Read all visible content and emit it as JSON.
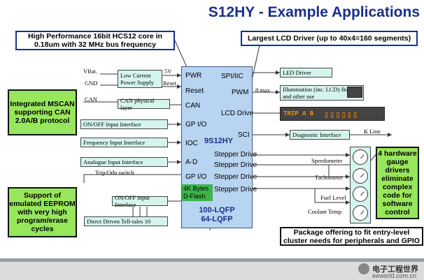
{
  "title": "S12HY - Example Applications",
  "chip": {
    "name": "9S12HY",
    "package_line1": "100-LQFP",
    "package_line2": "64-LQFP",
    "flash_label": "4K Bytes D-Flash",
    "pins_left": [
      "PWR",
      "Reset",
      "CAN",
      "GP I/O",
      "IOC",
      "A-D",
      "GP I/O"
    ],
    "pins_right": [
      "SPI/IIC",
      "PWM",
      "LCD Drive",
      "SCI",
      "Stepper Drive",
      "Stepper Drive",
      "Stepper Drive",
      "Stepper Drive"
    ]
  },
  "callouts": {
    "core": "High Performance 16bit HCS12 core in 0.18um with 32 MHz bus frequency",
    "lcd": "Largest LCD Driver (up to 40x4=160 segments)",
    "mscan": "Integrated MSCAN supporting CAN 2.0A/B protocol",
    "eeprom": "Support of emulated EEPROM with very high program/erase cycles",
    "gauge": "4 hardware gauge drivers eliminate complex code for software control",
    "package": "Package offering to fit entry-level cluster needs for peripherals and GPIO"
  },
  "boxes": {
    "power_supply": "Low Current Power Supply",
    "can_phy": "CAN physical layer",
    "onoff_input": "ON/OFF Input Interface",
    "freq_input": "Frequency Input Interface",
    "analogue_input": "Analogue Input Interface",
    "onoff_input2": "ON/OFF input Interface",
    "telltales": "Direct Driven Tell-tales 10",
    "led_driver": "LED Driver",
    "illumination": "Illumination (inc. LCD) Buzzer and other use",
    "diagnostic": "Diagnostic Interface"
  },
  "labels": {
    "vbat": "VBat.",
    "gnd": "GND",
    "can": "CAN",
    "v5": "5V",
    "reset": "Reset",
    "max8": "8 max",
    "kline": "K Line",
    "trip_odo": "Trip/Odo switch",
    "speedometer": "Speedometer",
    "tachometer": "Tachometer",
    "fuel_level": "Fuel Level",
    "coolant_temp": "Coolant Temp",
    "lcd_text": "TRIP A B"
  },
  "footer": {
    "logo_text": "电子工程世界",
    "logo_url": "eeworld.com.cn"
  },
  "colors": {
    "title_blue": "#1a2e8c",
    "callout_green": "#98e65c",
    "chip_blue": "#b7d4f0",
    "box_teal": "#d6f4ee",
    "flash_green": "#3bb54a"
  }
}
